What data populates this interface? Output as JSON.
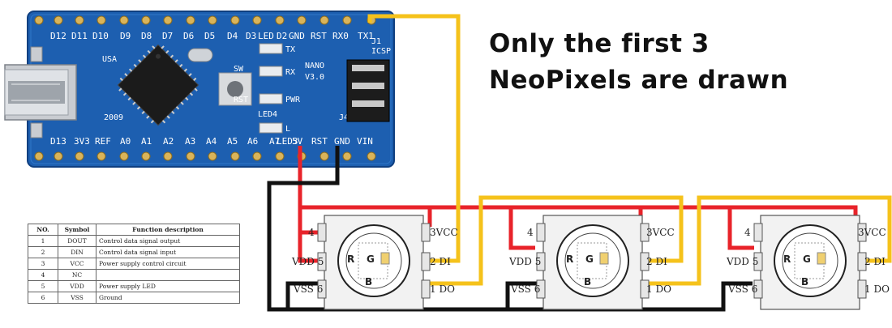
{
  "headline": {
    "line1": "Only the first 3",
    "line2": "NeoPixels are drawn"
  },
  "board": {
    "top_pins": [
      "D12",
      "D11",
      "D10",
      "D9",
      "D8",
      "D7",
      "D6",
      "D5",
      "D4",
      "D3",
      "D2",
      "GND",
      "RST",
      "RX0",
      "TX1"
    ],
    "bottom_pins": [
      "D13",
      "3V3",
      "REF",
      "A0",
      "A1",
      "A2",
      "A3",
      "A4",
      "A5",
      "A6",
      "A7",
      "5V",
      "RST",
      "GND",
      "VIN"
    ],
    "led_labels": [
      "LED",
      "TX",
      "RX",
      "PWR",
      "LED4",
      "L",
      "LED3"
    ],
    "misc_labels": [
      "USA",
      "NANO",
      "V3.0",
      "ICSP",
      "J1",
      "RST",
      "SW",
      "2009",
      "J4"
    ],
    "color_pcb": "#1d5fb0"
  },
  "neopixel": {
    "pin_labels": {
      "p4": "4",
      "p5": "VDD 5",
      "p6": "VSS 6",
      "p3": "3VCC",
      "p2": "2 DI",
      "p1": "1 DO"
    },
    "chip_labels": [
      "R",
      "G",
      "B"
    ]
  },
  "wires": {
    "colors": {
      "power": "#e8232a",
      "ground": "#111111",
      "data": "#f5c21b"
    }
  },
  "spec_table": {
    "headers": [
      "NO.",
      "Symbol",
      "Function description"
    ],
    "rows": [
      [
        "1",
        "DOUT",
        "Control data signal output"
      ],
      [
        "2",
        "DIN",
        "Control data signal input"
      ],
      [
        "3",
        "VCC",
        "Power supply control circuit"
      ],
      [
        "4",
        "NC",
        ""
      ],
      [
        "5",
        "VDD",
        "Power supply LED"
      ],
      [
        "6",
        "VSS",
        "Ground"
      ]
    ]
  }
}
